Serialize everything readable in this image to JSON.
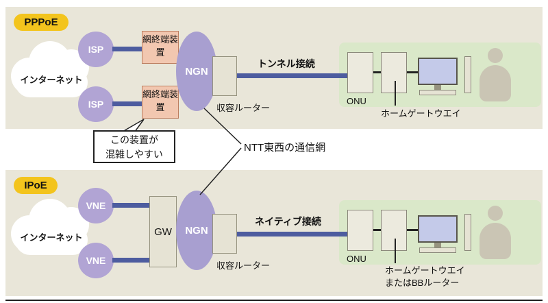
{
  "pppoe": {
    "badge": "PPPoE",
    "cloud": "インターネット",
    "isp1": "ISP",
    "isp2": "ISP",
    "device1": "網終端装置",
    "device2": "網終端装置",
    "ngn": "NGN",
    "router": "収容ルーター",
    "connection": "トンネル接続",
    "onu": "ONU",
    "gateway": "ホームゲートウエイ"
  },
  "ipoe": {
    "badge": "IPoE",
    "cloud": "インターネット",
    "vne1": "VNE",
    "vne2": "VNE",
    "gw": "GW",
    "ngn": "NGN",
    "router": "収容ルーター",
    "connection": "ネイティブ接続",
    "onu": "ONU",
    "gateway_line1": "ホームゲートウエイ",
    "gateway_line2": "またはBBルーター"
  },
  "callout": {
    "line1": "この装置が",
    "line2": "混雑しやすい"
  },
  "center_label": "NTT東西の通信網",
  "icons": {
    "cloud": "internet-cloud",
    "monitor": "desktop-monitor",
    "keyboard": "keyboard",
    "tower": "pc-tower",
    "person": "person-silhouette"
  },
  "colors": {
    "panel_bg": "#e9e6d9",
    "badge_yellow": "#f3c41d",
    "node_purple": "#b1a4d4",
    "ngn_purple": "#a89fd0",
    "device_salmon": "#f2c7b0",
    "box_gray": "#e6e3d4",
    "premises_green": "#dae8c9",
    "line_blue": "#4d5c9f",
    "screen_blue": "#c4cae9"
  }
}
